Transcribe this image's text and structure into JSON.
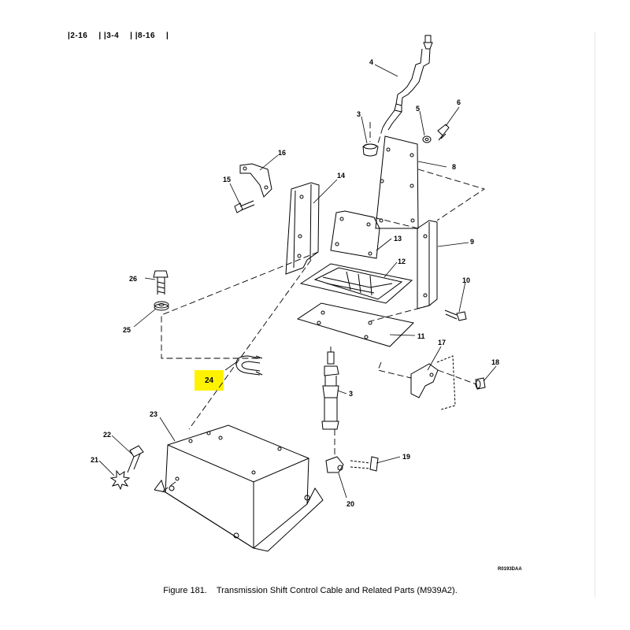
{
  "nav": {
    "links": [
      {
        "label": "2-16"
      },
      {
        "label": "3-4"
      },
      {
        "label": "8-16"
      }
    ]
  },
  "figure": {
    "number_label": "Figure 181.",
    "title": "Transmission Shift Control Cable and Related Parts (M939A2).",
    "drawing_code": "R0193DAA"
  },
  "callouts": {
    "c4": "4",
    "c3a": "3",
    "c5": "5",
    "c6": "6",
    "c8": "8",
    "c16": "16",
    "c15": "15",
    "c14": "14",
    "c13": "13",
    "c12": "12",
    "c9": "9",
    "c10": "10",
    "c26": "26",
    "c25": "25",
    "c11": "11",
    "c17": "17",
    "c18": "18",
    "c24": "24",
    "c3b": "3",
    "c23": "23",
    "c22": "22",
    "c21": "21",
    "c19": "19",
    "c20": "20"
  },
  "highlight_color": "#fff200"
}
